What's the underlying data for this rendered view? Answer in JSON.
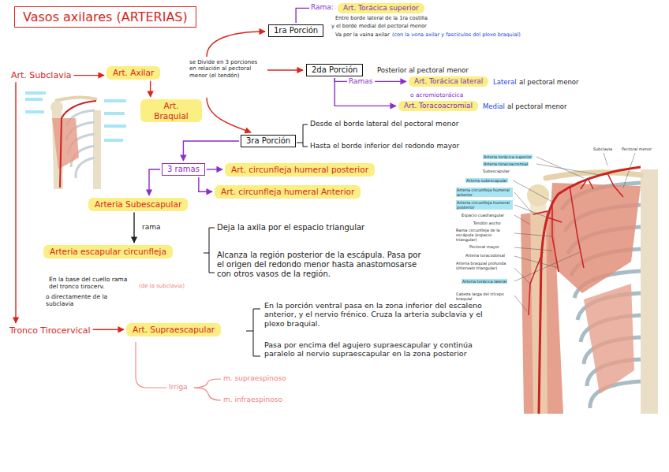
{
  "diagram": {
    "title": "Vasos axilares (ARTERIAS)",
    "nodes": [
      {
        "text": [
          "Art. Subclavia"
        ]
      },
      {
        "text": [
          "Art. Axilar"
        ]
      },
      {
        "text": [
          "Art. Braquial"
        ]
      },
      {
        "text": [
          "1ra Porción"
        ]
      },
      {
        "text": [
          "2da Porción"
        ]
      },
      {
        "text": [
          "3ra Porción"
        ]
      },
      {
        "text": [
          "Art. Torácica superior"
        ]
      },
      {
        "text": [
          "Art. Torácica lateral"
        ]
      },
      {
        "text": [
          "Art. Toracoacromial"
        ]
      },
      {
        "text": [
          "3 ramas"
        ]
      },
      {
        "text": [
          "Art. circunfleja humeral posterior"
        ]
      },
      {
        "text": [
          "Art. circunfleja humeral Anterior"
        ]
      },
      {
        "text": [
          "Arteria Subescapular"
        ]
      },
      {
        "text": [
          "Arteria escapular circunfleja"
        ]
      },
      {
        "text": [
          "Tronco Tirocervical"
        ]
      },
      {
        "text": [
          "Art. Supraescapular"
        ]
      }
    ],
    "edges": [
      {
        "from": 0,
        "to": 1,
        "arrow": "to"
      },
      {
        "from": 1,
        "to": 2,
        "arrow": "to"
      },
      {
        "from": 3,
        "to": 6,
        "label": "Rama:",
        "arrow": "to"
      },
      {
        "from": 4,
        "to": 7,
        "label": "Ramas",
        "arrow": "to"
      },
      {
        "from": 4,
        "to": 8,
        "arrow": "to"
      },
      {
        "from": 5,
        "to": 9,
        "arrow": "to"
      },
      {
        "from": 9,
        "to": 10,
        "arrow": "to"
      },
      {
        "from": 9,
        "to": 11,
        "arrow": "to"
      },
      {
        "from": 9,
        "to": 12,
        "arrow": "to"
      },
      {
        "from": 12,
        "to": 13,
        "label": "rama",
        "arrow": "to"
      },
      {
        "from": 0,
        "to": 14,
        "arrow": "to"
      },
      {
        "from": 14,
        "to": 15,
        "arrow": "to"
      }
    ],
    "labels": [
      "se Divide en 3 porciones en relación al pectoral menor (el tendón)",
      "Entre borde lateral de la 1ra costilla",
      "y el borde medial del pectoral menor",
      "Va por la vaina axilar",
      "(con la vena axilar y fascículos del plexo braquial)",
      "Posterior al pectoral menor",
      "o acromiotorácica",
      "Lateral",
      "al pectoral menor",
      "Medial",
      "al pectoral menor",
      "Desde el borde lateral del pectoral menor",
      "Hasta el borde inferior del redondo mayor",
      "Deja la axila por el espacio triangular",
      "Alcanza la región posterior de la escápula. Pasa por el origen del redondo menor hasta anastomosarse con otros vasos de la región.",
      "En la base del cuello rama del tronco tirocerv.",
      "(de la subclavia)",
      "o directamente de la subclavia",
      "En la porción ventral pasa en la zona inferior del escaleno anterior, y el nervio frénico. Cruza la arteria subclavia y el plexo braquial.",
      "Pasa por encima del agujero supraescapular y continúa paralelo al nervio supraescapular en la zona posterior",
      "Irriga",
      "m. supraespinoso",
      "m. infraespinoso",
      "Subclavia",
      "Pectoral menor",
      "Arteria torácica superior",
      "Arteria toracoacromial",
      "Subescapular",
      "Arteria subescapular",
      "Arteria circunfleja humeral anterior",
      "Arteria circunfleja humeral posterior",
      "Espacio cuadrangular",
      "Tendón ancho",
      "Rama circunfleja de la escápula (espacio triangular)",
      "Pectoral mayor",
      "Arteria toracodorsal",
      "Arteria braquial profunda (intervalo triangular)",
      "Arteria torácica lateral",
      "Cabeza larga del tríceps braquial"
    ]
  }
}
